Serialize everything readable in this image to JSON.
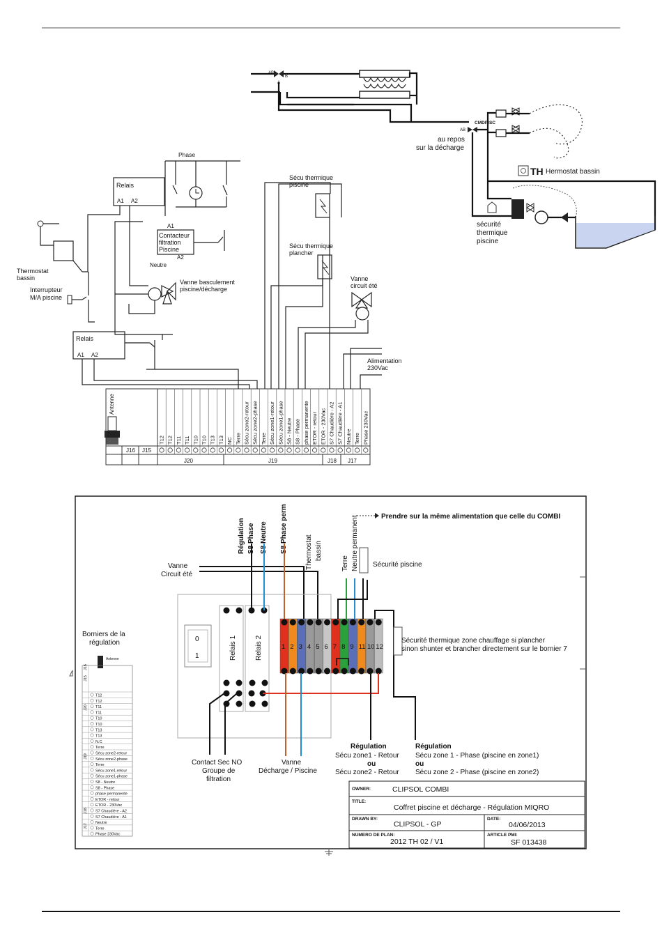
{
  "top": {
    "valve_ab": "AB",
    "valve_b": "B",
    "valve_a": "A",
    "cmd_label": "CMDPISC",
    "au_repos": [
      "au repos",
      "sur la décharge"
    ],
    "thermostat_bassin_pool": "Hermostat bassin",
    "thermostat_bassin_th": "TH",
    "securite_thermique_piscine": [
      "sécurité",
      "thermique",
      "piscine"
    ],
    "phase": "Phase",
    "relais_1": {
      "title": "Relais",
      "a1": "A1",
      "a2": "A2"
    },
    "relais_2": {
      "title": "Relais",
      "a1": "A1",
      "a2": "A2"
    },
    "contacteur": {
      "a1": "A1",
      "a2": "A2",
      "lines": [
        "Contacteur",
        "filtration",
        "Piscine"
      ]
    },
    "neutre": "Neutre",
    "thermostat": [
      "Thermostat",
      "bassin"
    ],
    "interrupteur": [
      "Interrupteur",
      "M/A piscine"
    ],
    "vanne_basculement": [
      "Vanne basculement",
      "piscine/décharge"
    ],
    "secu_piscine": [
      "Sécu thermique",
      "piscine"
    ],
    "secu_plancher": [
      "Sécu thermique",
      "plancher"
    ],
    "vanne_circuit": [
      "Vanne",
      "circuit été"
    ],
    "alimentation": [
      "Alimentation",
      "230Vac"
    ],
    "antenne": "Antenne",
    "terminals": [
      "T12",
      "T12",
      "T11",
      "T11",
      "T10",
      "T10",
      "T13",
      "T13",
      "NC",
      "Terre",
      "Sécu zone2-retour",
      "Sécu zone2-phase",
      "Terre",
      "Sécu zone1-retour",
      "Sécu zone1-phase",
      "S8 - Neutre",
      "S8 - Phase",
      "phase permanente",
      "ETOR - retour",
      "ETOR - 230Vac",
      "S7 Chaudière - A2",
      "S7 Chaudière - A1",
      "Neutre",
      "Terre",
      "Phase 230Vac"
    ],
    "connectors": {
      "j16": "J16",
      "j15": "J15",
      "j20": "J20",
      "j19": "J19",
      "j18": "J18",
      "j17": "J17"
    }
  },
  "bottom": {
    "prendre": "Prendre sur la même alimentation que celle du COMBI",
    "regulation": "Régulation",
    "s8_phase": "S8 Phase",
    "s8_neutre": "S8 Neutre",
    "s8_phase_perm": "S8 Phase perm",
    "thermostat_bassin": [
      "Thermostat",
      "bassin"
    ],
    "terre": "Terre",
    "neutre_permanent": "Neutre permanent",
    "securite_piscine": "Sécurité piscine",
    "vanne_circuit_ete": [
      "Vanne",
      "Circuit été"
    ],
    "borniers": [
      "Borniers de la",
      "régulation"
    ],
    "antenne": "Antenne",
    "relais_1": "Relais 1",
    "relais_2": "Relais 2",
    "switch_0": "0",
    "switch_1": "1",
    "bornier_numbers": [
      "1",
      "2",
      "3",
      "4",
      "5",
      "6",
      "7",
      "8",
      "9",
      "11",
      "10",
      "12"
    ],
    "securite_thermique": [
      "Sécurité thermique zone chauffage si plancher",
      "sinon shunter et brancher directement sur le bornier 7"
    ],
    "contact_sec": [
      "Contact Sec NO",
      "Groupe de",
      "filtration"
    ],
    "vanne_decharge": [
      "Vanne",
      "Décharge / Piscine"
    ],
    "reg_retour": {
      "title": "Régulation",
      "l1": "Sécu zone1 - Retour",
      "ou": "ou",
      "l2": "Sécu zone2 - Retour"
    },
    "reg_phase": {
      "title": "Régulation",
      "l1": "Sécu zone 1 - Phase (piscine en zone1)",
      "ou": "ou",
      "l2": "Sécu zone 2 - Phase (piscine en zone2)"
    },
    "mini_terminals": [
      "T12",
      "T12",
      "T11",
      "T11",
      "T10",
      "T10",
      "T13",
      "T13",
      "N.C",
      "Terre",
      "Sécu zone2-retour",
      "Sécu zone2-phase",
      "Terre",
      "Sécu zone1-retour",
      "Sécu zone1-phase",
      "S8 - Neutre",
      "S8 - Phase",
      "phase permanente",
      "ETOR - retour",
      "ETOR - 230Vac",
      "S7 Chaudière - A2",
      "S7 Chaudière - A1",
      "Neutre",
      "Terre",
      "Phase 230Vac"
    ],
    "mini_connectors": [
      "J16",
      "J15",
      "J20",
      "J19",
      "J18",
      "J17"
    ],
    "title_block": {
      "owner_label": "OWNER:",
      "owner": "CLIPSOL COMBI",
      "title_label": "TITLE:",
      "title": "Coffret piscine et décharge - Régulation MIQRO",
      "drawn_label": "DRAWN BY:",
      "drawn": "CLIPSOL - GP",
      "date_label": "DATE:",
      "date": "04/06/2013",
      "plan_label": "NUMERO DE PLAN:",
      "plan": "2012 TH 02 / V1",
      "article_label": "ARTICLE PMI:",
      "article": "SF 013438"
    }
  },
  "colors": {
    "red": "#e0301e",
    "orange": "#f08a1c",
    "blue": "#5b6fb8",
    "grey": "#9a9a9a",
    "green": "#2aa13a",
    "cyan": "#1e8fd0",
    "brown": "#c0602a",
    "pool": "#c8d4f0"
  }
}
